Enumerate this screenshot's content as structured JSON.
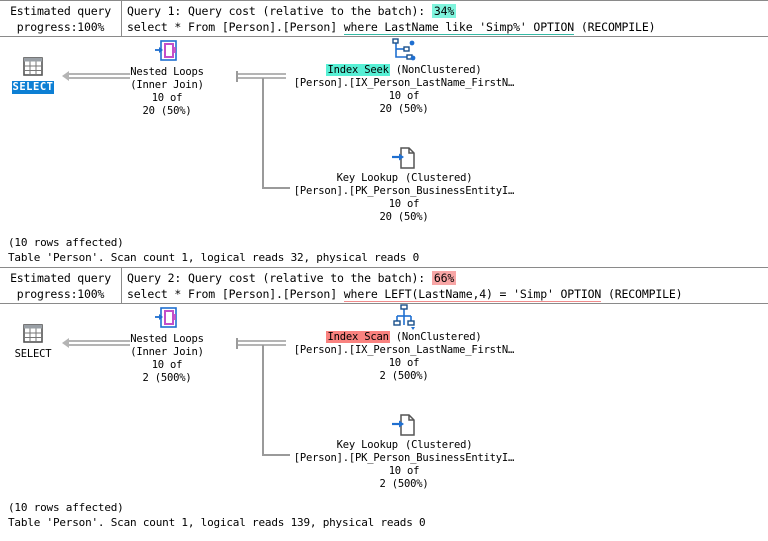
{
  "queries": [
    {
      "progress_label_line1": "Estimated query",
      "progress_label_line2": "progress:100%",
      "cost_text": "Query 1: Query cost (relative to the batch): ",
      "cost_value": "34%",
      "cost_highlight_color": "#7ff4dd",
      "sql_prefix": "select * From [Person].[Person] ",
      "sql_underlined": "where LastName like 'Simp%' OPTION",
      "sql_suffix": " (RECOMPILE)",
      "select_node": {
        "icon": "result-grid-icon",
        "label": "SELECT",
        "selected": true
      },
      "nested_loops": {
        "icon": "nested-loops-icon",
        "name": "Nested Loops",
        "detail": "(Inner Join)",
        "rows_line1": "10 of",
        "rows_line2": "20 (50%)"
      },
      "upper_node": {
        "icon": "index-seek-icon",
        "name": "Index Seek",
        "kind": " (NonClustered)",
        "object": "[Person].[IX_Person_LastName_FirstN…",
        "rows_line1": "10 of",
        "rows_line2": "20 (50%)",
        "highlight": "cyan"
      },
      "lower_node": {
        "icon": "key-lookup-icon",
        "name": "Key Lookup",
        "kind": " (Clustered)",
        "object": "[Person].[PK_Person_BusinessEntityI…",
        "rows_line1": "10 of",
        "rows_line2": "20 (50%)",
        "highlight": "none"
      },
      "stats_line1": "(10 rows affected)",
      "stats_line2": "Table 'Person'. Scan count 1, logical reads 32, physical reads 0"
    },
    {
      "progress_label_line1": "Estimated query",
      "progress_label_line2": "progress:100%",
      "cost_text": "Query 2: Query cost (relative to the batch): ",
      "cost_value": "66%",
      "cost_highlight_color": "#f8a6a6",
      "sql_prefix": "select * From [Person].[Person] ",
      "sql_underlined": "where LEFT(LastName,4) = 'Simp' OPTION",
      "sql_suffix": " (RECOMPILE)",
      "select_node": {
        "icon": "result-grid-icon",
        "label": "SELECT",
        "selected": false
      },
      "nested_loops": {
        "icon": "nested-loops-icon",
        "name": "Nested Loops",
        "detail": "(Inner Join)",
        "rows_line1": "10 of",
        "rows_line2": "2 (500%)"
      },
      "upper_node": {
        "icon": "index-scan-icon",
        "name": "Index Scan",
        "kind": " (NonClustered)",
        "object": "[Person].[IX_Person_LastName_FirstN…",
        "rows_line1": "10 of",
        "rows_line2": "2 (500%)",
        "highlight": "pink"
      },
      "lower_node": {
        "icon": "key-lookup-icon",
        "name": "Key Lookup",
        "kind": " (Clustered)",
        "object": "[Person].[PK_Person_BusinessEntityI…",
        "rows_line1": "10 of",
        "rows_line2": "2 (500%)",
        "highlight": "none"
      },
      "stats_line1": "(10 rows affected)",
      "stats_line2": "Table 'Person'. Scan count 1, logical reads 139, physical reads 0"
    }
  ],
  "colors": {
    "select_selected_bg": "#0d7fd4",
    "highlight_cyan": "#57f0d5",
    "highlight_pink": "#f9827f",
    "connector": "#b4b4b4",
    "border": "#8a8a8a"
  }
}
